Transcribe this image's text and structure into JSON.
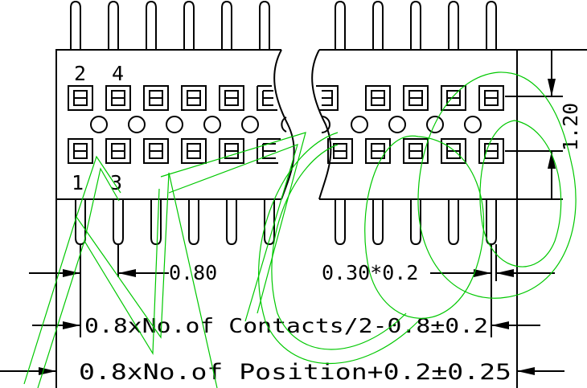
{
  "pin_labels": {
    "top_left": "2",
    "top_second": "4",
    "bottom_left": "1",
    "bottom_second": "3"
  },
  "dimensions": {
    "pitch": "0.80",
    "row_pitch": "1.20",
    "partial_right_value": "0.80",
    "pin_size": "0.30*0.2",
    "contacts_length": "0.8xNo.of Contacts/2-0.8±0.2",
    "position_length": "0.8xNo.of Position+0.2±0.25"
  },
  "colors": {
    "line": "#000000",
    "watermark": "#00c800"
  }
}
